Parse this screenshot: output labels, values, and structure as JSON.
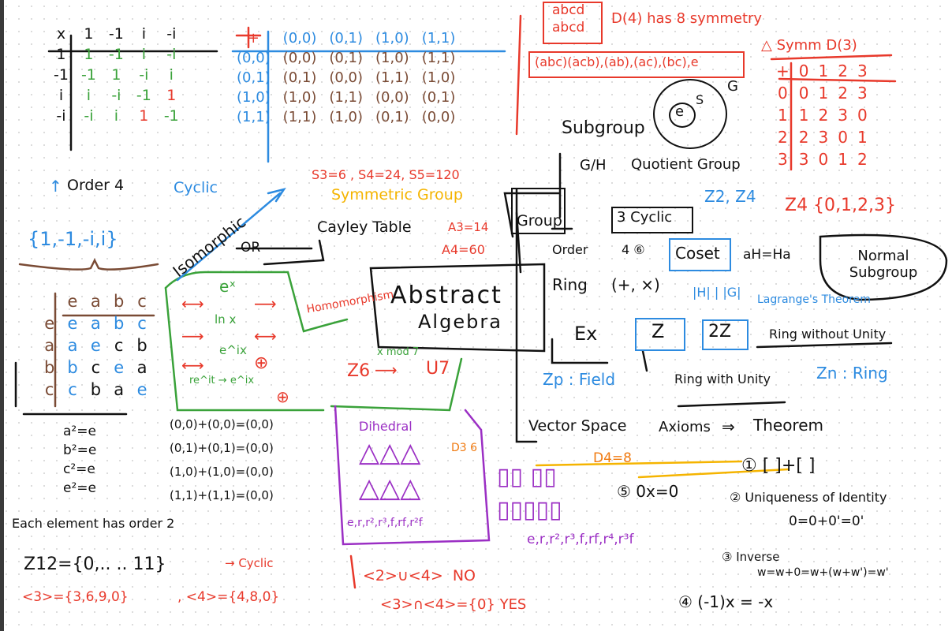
{
  "complex_table": {
    "header": [
      "x",
      "1",
      "-1",
      "i",
      "-i"
    ],
    "rows": [
      [
        "1",
        "1",
        "-1",
        "i",
        "-i"
      ],
      [
        "-1",
        "-1",
        "1",
        "-i",
        "i"
      ],
      [
        "i",
        "i",
        "-i",
        "-1",
        "1"
      ],
      [
        "-i",
        "-i",
        "i",
        "1",
        "-1"
      ]
    ]
  },
  "pair_table": {
    "header": [
      "+",
      "(0,0)",
      "(0,1)",
      "(1,0)",
      "(1,1)"
    ],
    "rows": [
      [
        "(0,0)",
        "(0,0)",
        "(0,1)",
        "(1,0)",
        "(1,1)"
      ],
      [
        "(0,1)",
        "(0,1)",
        "(0,0)",
        "(1,1)",
        "(1,0)"
      ],
      [
        "(1,0)",
        "(1,0)",
        "(1,1)",
        "(0,0)",
        "(0,1)"
      ],
      [
        "(1,1)",
        "(1,1)",
        "(1,0)",
        "(0,1)",
        "(0,0)"
      ]
    ]
  },
  "z4_table": {
    "header": [
      "+",
      "0",
      "1",
      "2",
      "3"
    ],
    "rows": [
      [
        "0",
        "0",
        "1",
        "2",
        "3"
      ],
      [
        "1",
        "1",
        "2",
        "3",
        "0"
      ],
      [
        "2",
        "2",
        "3",
        "0",
        "1"
      ],
      [
        "3",
        "3",
        "0",
        "1",
        "2"
      ]
    ]
  },
  "klein_table": {
    "header": [
      "",
      "e",
      "a",
      "b",
      "c"
    ],
    "rows": [
      [
        "e",
        "e",
        "a",
        "b",
        "c"
      ],
      [
        "a",
        "a",
        "e",
        "c",
        "b"
      ],
      [
        "b",
        "b",
        "c",
        "e",
        "a"
      ],
      [
        "c",
        "c",
        "b",
        "a",
        "e"
      ]
    ]
  },
  "notes": {
    "order4": "Order 4",
    "cyclic": "Cyclic",
    "set_units": "{1,-1,-i,i}",
    "isomorphic": "Isomorphic",
    "or": "OR",
    "sym_orders": "S3=6 , S4=24, S5=120",
    "symmetric_group": "Symmetric Group",
    "cayley_table": "Cayley Table",
    "a3": "A3=14",
    "a4": "A4=60",
    "abstract_algebra_1": "Abstract",
    "abstract_algebra_2": "Algebra",
    "homomorphism": "Homomorphism",
    "ex": "eˣ",
    "lnx": "ln x",
    "eix": "e^ix",
    "reit": "re^it → e^ix",
    "z6": "Z6",
    "u7": "U7",
    "xmod7": "x mod 7",
    "abcd1": "abcd",
    "abcd2": "abcd",
    "d4_sym": "D(4) has 8 symmetry",
    "perms": "(abc)(acb),(ab),(ac),(bc),e",
    "e": "e",
    "s": "S",
    "g": "G",
    "subgroup": "Subgroup",
    "gh": "G/H",
    "quotient": "Quotient Group",
    "group": "Group",
    "cyclic3": "3 Cyclic",
    "z2z4": "Z2, Z4",
    "symm_d3": "△ Symm D(3)",
    "z4set": "Z4 {0,1,2,3}",
    "order": "Order",
    "order4b": "4 ⑥",
    "coset": "Coset",
    "ahha": "aH=Ha",
    "normal": "Normal Subgroup",
    "ring": "Ring",
    "ring_ops": "(+, ×)",
    "lagrange_cond": "|H| | |G|",
    "lagrange": "Lagrange's Theorem",
    "ex_label": "Ex",
    "Z": "Z",
    "twoZ": "2Z",
    "ring_without": "Ring without Unity",
    "zp": "Zp : Field",
    "ring_with": "Ring with Unity",
    "zn": "Zn : Ring",
    "vector_space": "Vector Space",
    "axioms": "Axioms",
    "implies": "⇒",
    "theorem": "Theorem",
    "dihedral": "Dihedral",
    "d3_6": "D3 6",
    "d4_8": "D4=8",
    "d3_elems": "e,r,r²,r³,f,rf,r²f",
    "d4_elems": "e,r,r²,r³,f,rf,r⁴,r³f",
    "t1": "① [ ]+[ ]",
    "t5": "⑤ 0x=0",
    "t2": "② Uniqueness of Identity",
    "t2eq": "0=0+0'=0'",
    "t3": "③ Inverse",
    "t3eq": "w=w+0=w+(w+w')=w'",
    "t4": "④ (-1)x = -x",
    "sq": [
      "a²=e",
      "b²=e",
      "c²=e",
      "e²=e"
    ],
    "sums": [
      "(0,0)+(0,0)=(0,0)",
      "(0,1)+(0,1)=(0,0)",
      "(1,0)+(1,0)=(0,0)",
      "(1,1)+(1,1)=(0,0)"
    ],
    "order2": "Each element has order 2",
    "z12": "Z12={0,.. .. 11}",
    "cyclic_arrow": "→ Cyclic",
    "sub3": "<3>={3,6,9,0}",
    "sub4": ", <4>={4,8,0}",
    "union": "<2>∪<4>  NO",
    "intersect": "<3>∩<4>={0} YES"
  }
}
